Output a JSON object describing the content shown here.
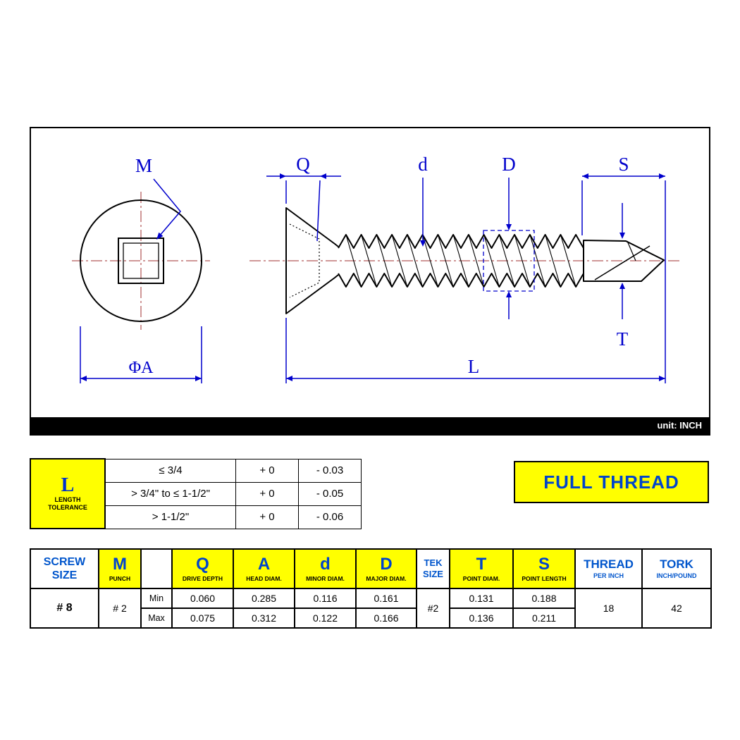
{
  "drawing": {
    "dim_labels": {
      "m": "M",
      "q": "Q",
      "minor": "d",
      "major": "D",
      "point_length": "S",
      "point_diam": "T",
      "length": "L",
      "head_diam": "ΦA"
    },
    "unit_label": "unit: INCH"
  },
  "tolerance": {
    "letter": "L",
    "caption1": "LENGTH",
    "caption2": "TOLERANCE",
    "rows": [
      {
        "range": "≤ 3/4",
        "plus": "+ 0",
        "minus": "- 0.03"
      },
      {
        "range": "> 3/4\" to ≤ 1-1/2\"",
        "plus": "+ 0",
        "minus": "- 0.05"
      },
      {
        "range": "> 1-1/2\"",
        "plus": "+ 0",
        "minus": "- 0.06"
      }
    ]
  },
  "banner": {
    "full_thread": "FULL THREAD"
  },
  "spec": {
    "headers": {
      "screw_size": [
        "SCREW",
        "SIZE"
      ],
      "m_letter": "M",
      "m_caption": "PUNCH",
      "q_letter": "Q",
      "q_caption": "DRIVE DEPTH",
      "a_letter": "A",
      "a_caption": "HEAD DIAM.",
      "d_letter": "d",
      "d_caption": "MINOR DIAM.",
      "dmaj_letter": "D",
      "dmaj_caption": "MAJOR DIAM.",
      "tek": [
        "TEK",
        "SIZE"
      ],
      "t_letter": "T",
      "t_caption": "POINT DIAM.",
      "s_letter": "S",
      "s_caption": "POINT LENGTH",
      "thread_title": "THREAD",
      "thread_caption": "PER INCH",
      "tork_title": "TORK",
      "tork_caption": "INCH/POUND"
    },
    "rows": {
      "labels": [
        "Min",
        "Max"
      ],
      "screw_size": "# 8",
      "m_punch": "# 2",
      "q": [
        "0.060",
        "0.075"
      ],
      "a": [
        "0.285",
        "0.312"
      ],
      "d_minor": [
        "0.116",
        "0.122"
      ],
      "d_major": [
        "0.161",
        "0.166"
      ],
      "tek_size": "#2",
      "t": [
        "0.131",
        "0.136"
      ],
      "s": [
        "0.188",
        "0.211"
      ],
      "thread_per_inch": "18",
      "tork": "42"
    }
  },
  "colors": {
    "dimension_blue": "#0000CC",
    "table_blue": "#0055CC",
    "highlight_yellow": "#FFFF00",
    "centerline_red": "#A03030"
  }
}
